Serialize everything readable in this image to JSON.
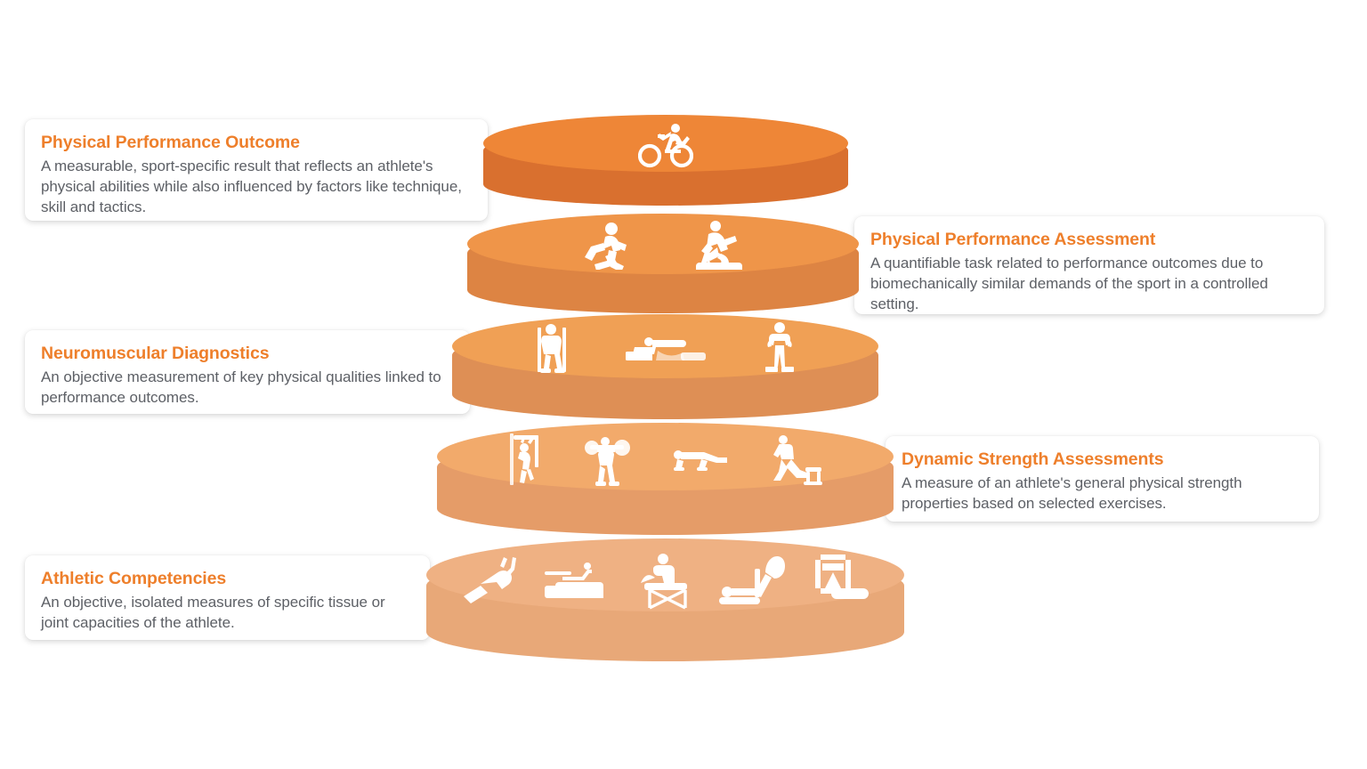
{
  "diagram": {
    "type": "layered-disc-pyramid",
    "title_color": "#ee7f2b",
    "body_text_color": "#5d6066",
    "background": "#ffffff",
    "layers": [
      {
        "id": "physical-performance-outcome",
        "level": 1,
        "title": "Physical Performance Outcome",
        "description": "A measurable, sport-specific result that reflects an athlete's physical abilities while also influenced by factors like technique, skill and tactics.",
        "card_side": "left",
        "top_color": "#ee8637",
        "side_color": "#d9702f",
        "icons": [
          "cyclist-icon"
        ]
      },
      {
        "id": "physical-performance-assessment",
        "level": 2,
        "title": "Physical Performance Assessment",
        "description": "A quantifiable task related to performance outcomes due to biomechanically similar demands of the sport in a controlled setting.",
        "card_side": "right",
        "top_color": "#ef9549",
        "side_color": "#dd8443",
        "icons": [
          "running-icon",
          "stationary-bike-icon"
        ]
      },
      {
        "id": "neuromuscular-diagnostics",
        "level": 3,
        "title": "Neuromuscular Diagnostics",
        "description": "An objective measurement of key physical qualities linked to performance outcomes.",
        "card_side": "left",
        "top_color": "#f0a055",
        "side_color": "#de8f55",
        "icons": [
          "squat-rack-icon",
          "isokinetic-bench-icon",
          "force-plate-icon"
        ]
      },
      {
        "id": "dynamic-strength-assessments",
        "level": 4,
        "title": "Dynamic Strength Assessments",
        "description": "A measure of an athlete's general physical strength properties based on selected exercises.",
        "card_side": "right",
        "top_color": "#f2aa6b",
        "side_color": "#e59c68",
        "icons": [
          "pull-up-icon",
          "barbell-squat-icon",
          "push-up-icon",
          "split-squat-icon"
        ]
      },
      {
        "id": "athletic-competencies",
        "level": 5,
        "title": "Athletic Competencies",
        "description": "An objective, isolated measures of specific tissue or joint capacities of the athlete.",
        "card_side": "left",
        "top_color": "#efb183",
        "side_color": "#e8a878",
        "icons": [
          "dynamometer-icon",
          "leg-press-icon",
          "knee-extension-icon",
          "hamstring-curl-icon",
          "isometric-rig-icon"
        ]
      }
    ]
  }
}
